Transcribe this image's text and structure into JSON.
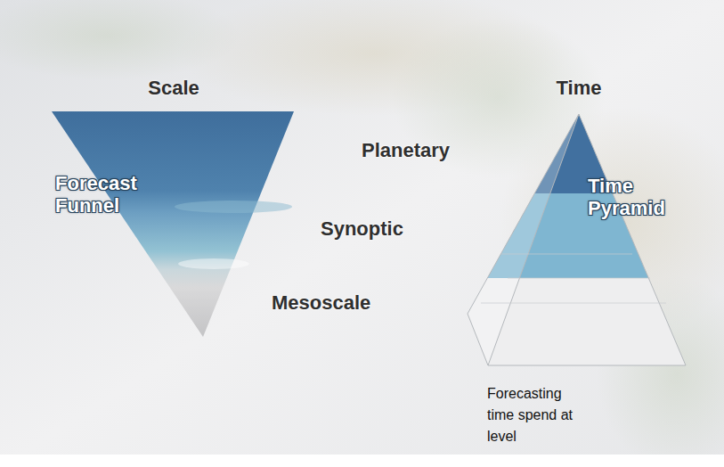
{
  "diagram": {
    "nodes": [
      {
        "text": [
          "Scale",
          "Forecast Funnel"
        ]
      },
      {
        "text": [
          "Time",
          "Time Pyramid"
        ]
      }
    ],
    "labels": [
      "Planetary",
      "Synoptic",
      "Mesoscale",
      "Forecasting time spend at level"
    ]
  }
}
